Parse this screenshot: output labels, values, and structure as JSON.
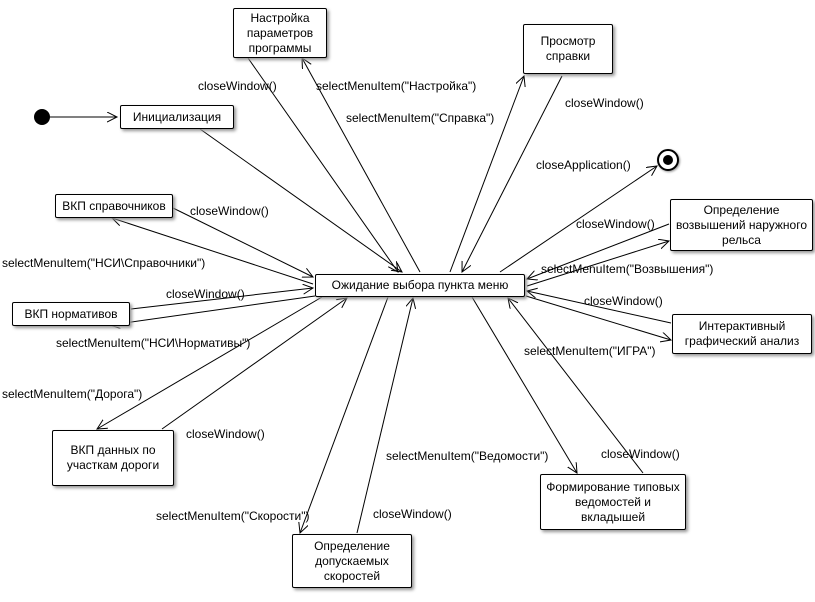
{
  "diagram": {
    "background": "#ffffff",
    "stroke_color": "#000000",
    "shadow_color": "#949494",
    "states": [
      {
        "id": "initialization",
        "label": "Инициализация"
      },
      {
        "id": "settings",
        "label": "Настройка параметров программы"
      },
      {
        "id": "help",
        "label": "Просмотр справки"
      },
      {
        "id": "vkp-spravochnikov",
        "label": "ВКП справочников"
      },
      {
        "id": "wait-menu",
        "label": "Ожидание выбора пункта меню"
      },
      {
        "id": "rail-elevation",
        "label": "Определение возвышений наружного рельса"
      },
      {
        "id": "vkp-normativov",
        "label": "ВКП нормативов"
      },
      {
        "id": "interactive-analysis",
        "label": "Интерактивный графический анализ"
      },
      {
        "id": "vkp-road-data",
        "label": "ВКП данных по участкам дороги"
      },
      {
        "id": "report-forming",
        "label": "Формирование типовых ведомостей и вкладышей"
      },
      {
        "id": "speed-determination",
        "label": "Определение допускаемых скоростей"
      }
    ],
    "transitions": [
      {
        "id": "close-settings",
        "label": "closeWindow()"
      },
      {
        "id": "select-settings",
        "label": "selectMenuItem(\"Настройка\")"
      },
      {
        "id": "select-help",
        "label": "selectMenuItem(\"Справка\")"
      },
      {
        "id": "close-help",
        "label": "closeWindow()"
      },
      {
        "id": "close-application",
        "label": "closeApplication()"
      },
      {
        "id": "close-spravochniki",
        "label": "closeWindow()"
      },
      {
        "id": "close-elevation",
        "label": "closeWindow()"
      },
      {
        "id": "select-spravochniki",
        "label": "selectMenuItem(\"НСИ\\Справочники\")"
      },
      {
        "id": "select-elevation",
        "label": "selectMenuItem(\"Возвышения\")"
      },
      {
        "id": "close-normativy",
        "label": "closeWindow()"
      },
      {
        "id": "close-interactive",
        "label": "closeWindow()"
      },
      {
        "id": "select-normativy",
        "label": "selectMenuItem(\"НСИ\\Нормативы\")"
      },
      {
        "id": "select-igra",
        "label": "selectMenuItem(\"ИГРА\")"
      },
      {
        "id": "select-doroga",
        "label": "selectMenuItem(\"Дорога\")"
      },
      {
        "id": "close-road-data",
        "label": "closeWindow()"
      },
      {
        "id": "select-vedomosti",
        "label": "selectMenuItem(\"Ведомости\")"
      },
      {
        "id": "close-vedomosti",
        "label": "closeWindow()"
      },
      {
        "id": "select-skorosti",
        "label": "selectMenuItem(\"Скорости\")"
      },
      {
        "id": "close-skorosti",
        "label": "closeWindow()"
      }
    ]
  }
}
